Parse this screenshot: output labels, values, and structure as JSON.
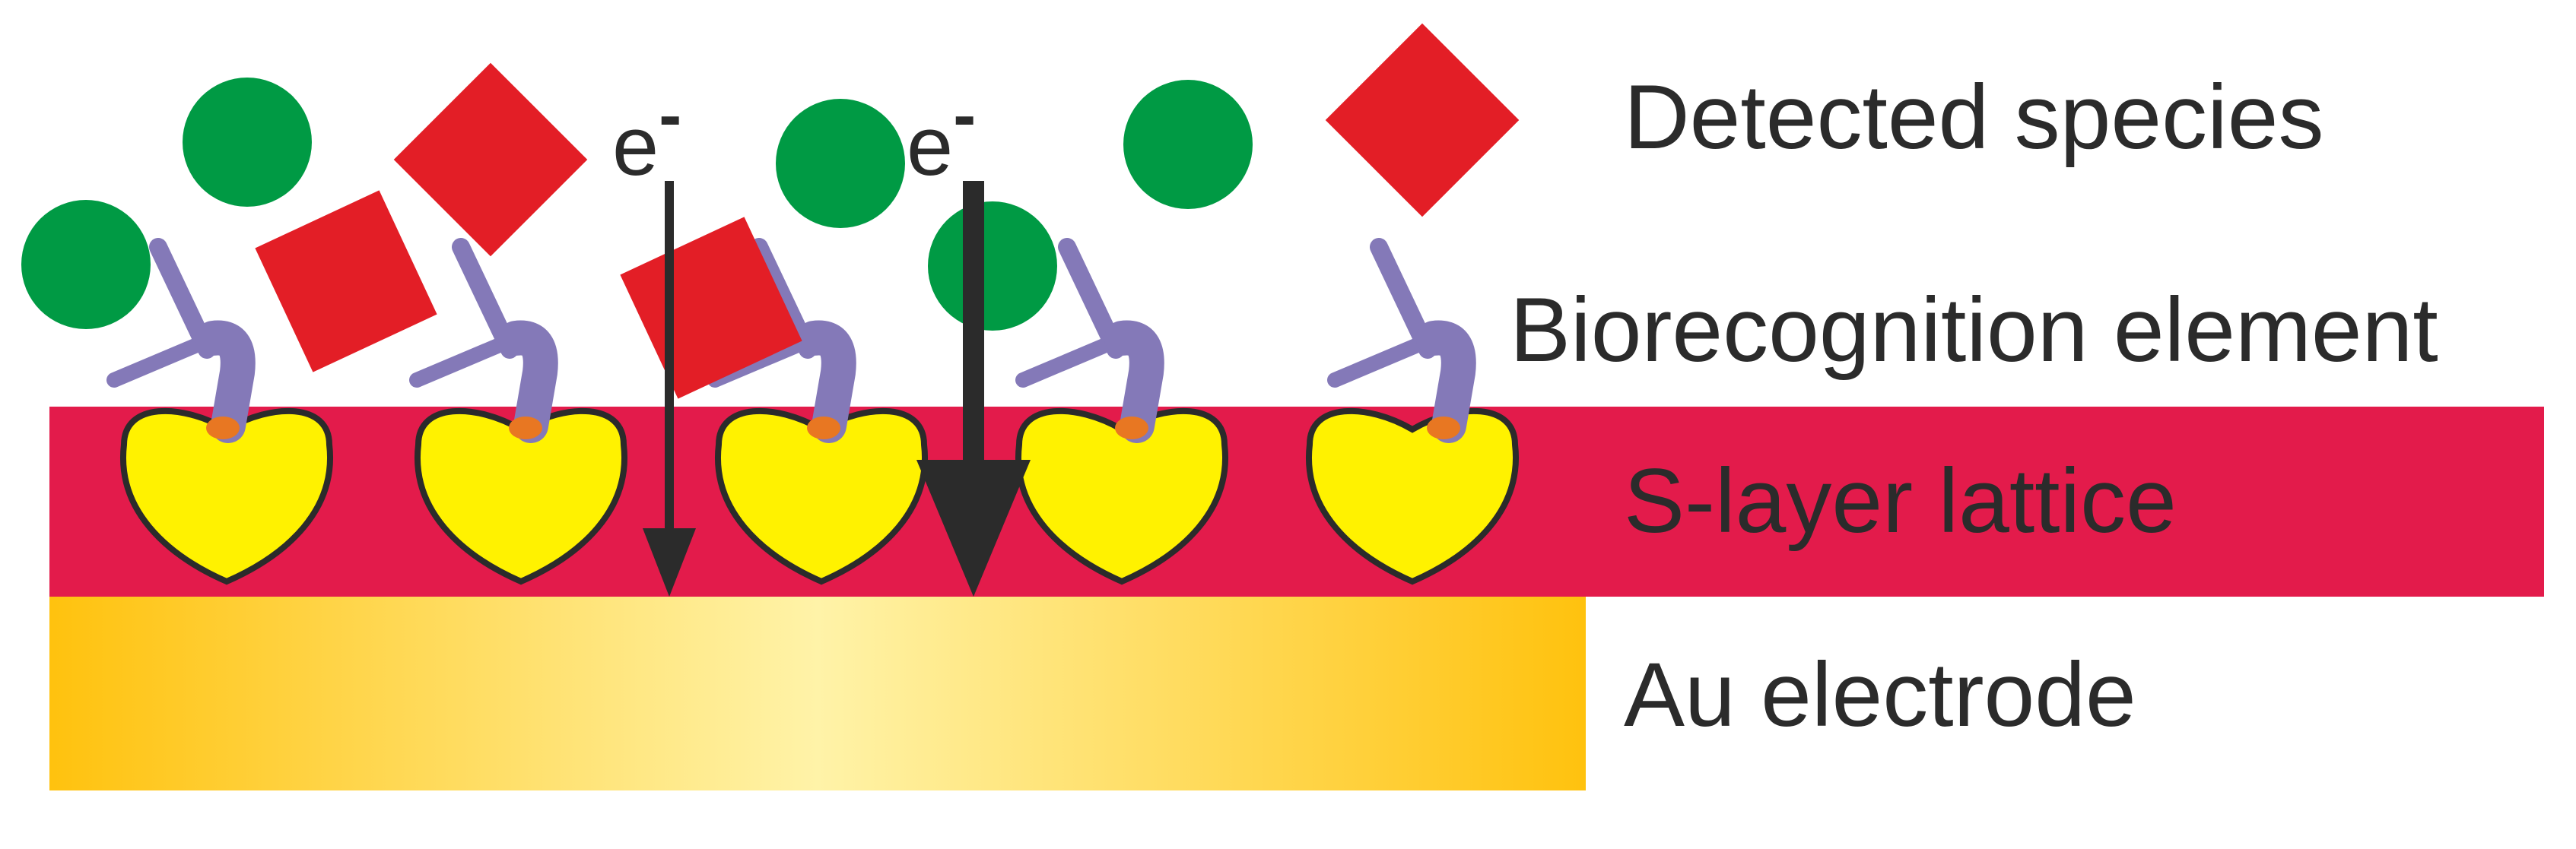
{
  "labels": {
    "detected_species": "Detected species",
    "biorecognition_element": "Biorecognition element",
    "s_layer_lattice": "S-layer lattice",
    "au_electrode": "Au electrode"
  },
  "electron": {
    "symbol": "e",
    "superscript": "-"
  },
  "colors": {
    "green_species": "#009A44",
    "red_species": "#E31E26",
    "receptor": "#8479B8",
    "linker": "#E87722",
    "subunit_fill": "#FFF200",
    "subunit_stroke": "#2B2B2B",
    "slayer_band": "#E31B4B",
    "electrode_center": "#FFF3A8",
    "electrode_edge": "#FFC20E",
    "text": "#2B2B2B",
    "arrow": "#2B2B2B"
  }
}
